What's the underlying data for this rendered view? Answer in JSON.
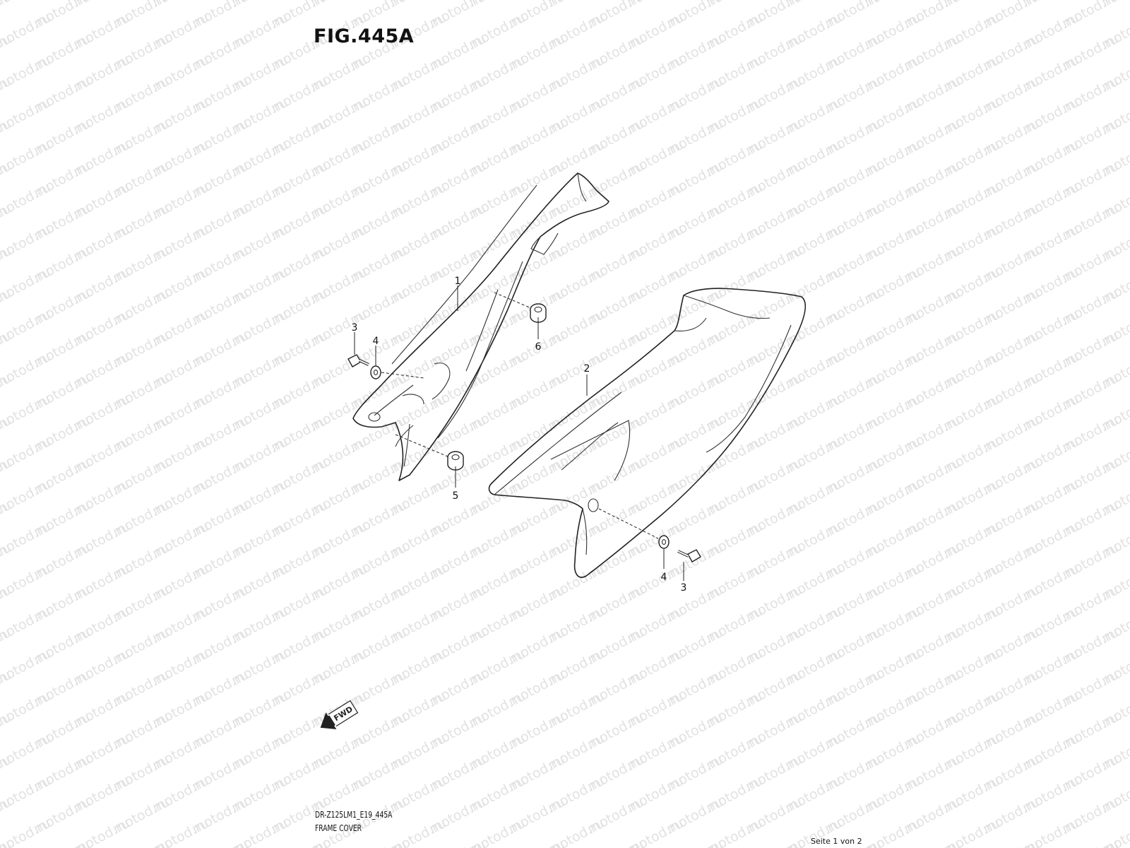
{
  "figure": {
    "title": "FIG.445A"
  },
  "watermark": {
    "text": "motod.ru"
  },
  "callouts": {
    "c1": "1",
    "c2": "2",
    "c3_left": "3",
    "c4_left": "4",
    "c3_right": "3",
    "c4_right": "4",
    "c5": "5",
    "c6": "6"
  },
  "fwd_label": "FWD",
  "footer": {
    "model_code": "DR-Z125LM1_E19_445A",
    "section_name": "FRAME COVER",
    "page_info": "Seite 1 von 2"
  }
}
